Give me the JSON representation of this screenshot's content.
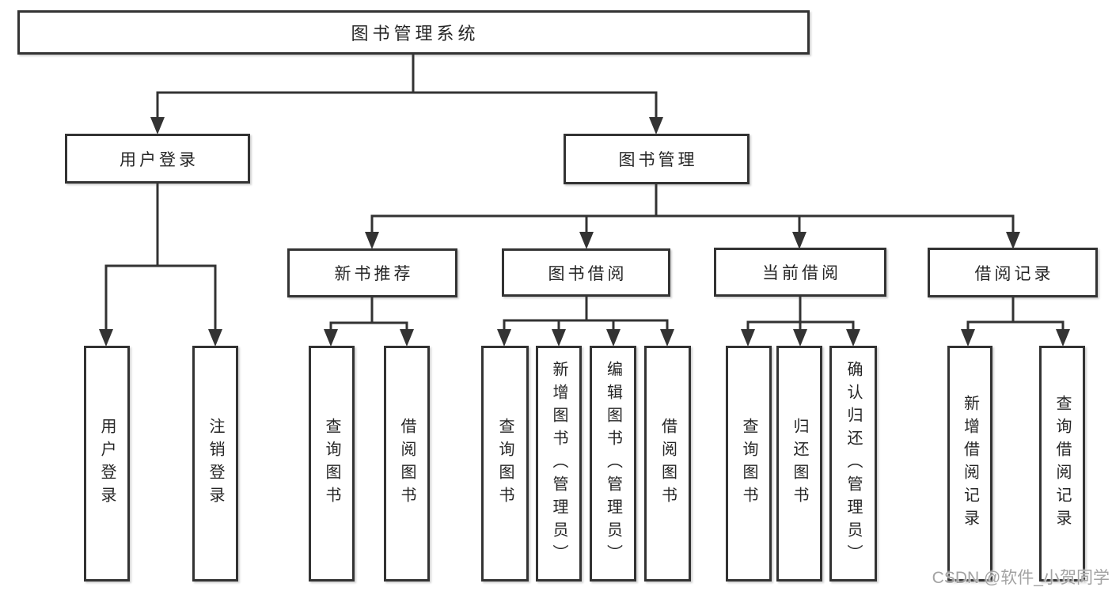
{
  "diagram": {
    "root": "图书管理系统",
    "level2": [
      "用户登录",
      "图书管理"
    ],
    "level3": [
      "新书推荐",
      "图书借阅",
      "当前借阅",
      "借阅记录"
    ],
    "leaves": {
      "user_login": [
        "用户登录",
        "注销登录"
      ],
      "new_book_recommend": [
        "查询图书",
        "借阅图书"
      ],
      "book_borrow": [
        "查询图书",
        "新增图书（管理员）",
        "编辑图书（管理员）",
        "借阅图书"
      ],
      "current_borrow": [
        "查询图书",
        "归还图书",
        "确认归还（管理员）"
      ],
      "borrow_records": [
        "新增借阅记录",
        "查询借阅记录"
      ]
    }
  },
  "watermark": "CSDN @软件_小贺同学",
  "colors": {
    "line": "#333333",
    "text": "#262626",
    "watermark": "#a3a3a3",
    "background": "#ffffff"
  }
}
